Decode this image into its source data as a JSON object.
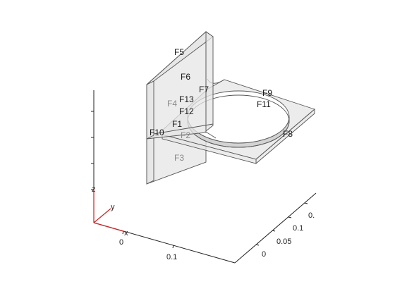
{
  "geometry": {
    "face_labels": [
      {
        "id": "F5",
        "text": "F5",
        "dim": false
      },
      {
        "id": "F6",
        "text": "F6",
        "dim": false
      },
      {
        "id": "F7",
        "text": "F7",
        "dim": false
      },
      {
        "id": "F13",
        "text": "F13",
        "dim": false
      },
      {
        "id": "F4",
        "text": "F4",
        "dim": true
      },
      {
        "id": "F12",
        "text": "F12",
        "dim": false
      },
      {
        "id": "F1",
        "text": "F1",
        "dim": false
      },
      {
        "id": "F10",
        "text": "F10",
        "dim": false
      },
      {
        "id": "F2",
        "text": "F2",
        "dim": true
      },
      {
        "id": "F3",
        "text": "F3",
        "dim": true
      },
      {
        "id": "F9",
        "text": "F9",
        "dim": false
      },
      {
        "id": "F11",
        "text": "F11",
        "dim": false
      },
      {
        "id": "F8",
        "text": "F8",
        "dim": false
      }
    ],
    "colors": {
      "face_fill": "#e6e6e6",
      "edge": "#555555",
      "x_axis": "#222222",
      "y_axis": "#cc2222",
      "z_axis": "#cc2222"
    }
  },
  "axes": {
    "x_letter": "x",
    "y_letter": "y",
    "z_letter": "z",
    "x_tick_labels": [
      "0",
      "0.1"
    ],
    "y_tick_labels": [
      "0",
      "0.05",
      "0.1",
      "0."
    ],
    "z_tick_labels": [
      "",
      "",
      "",
      "",
      ""
    ]
  }
}
